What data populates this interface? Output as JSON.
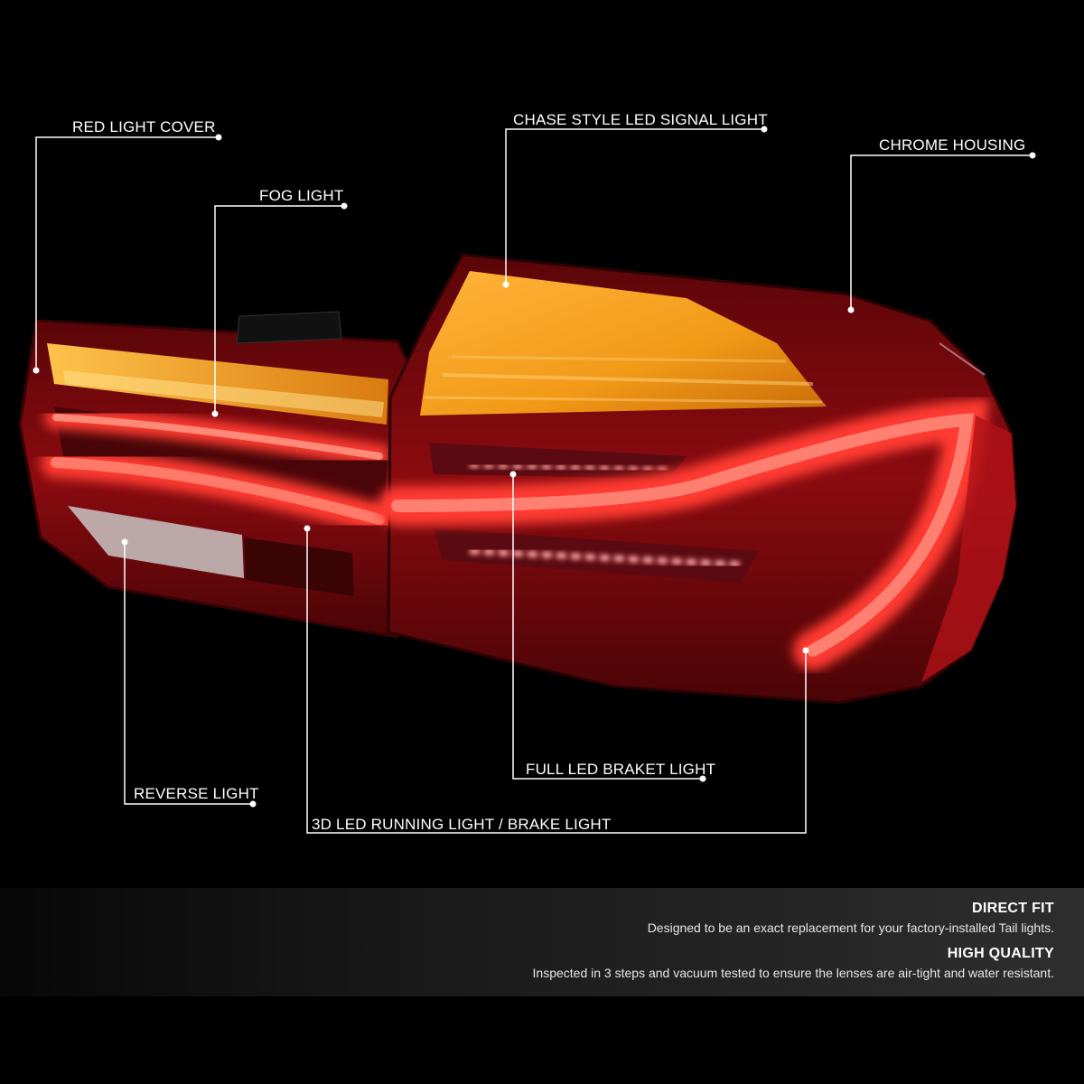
{
  "callouts": {
    "red_light_cover": "RED LIGHT COVER",
    "fog_light": "FOG LIGHT",
    "chase_signal": "CHASE STYLE LED SIGNAL LIGHT",
    "chrome_housing": "CHROME HOUSING",
    "reverse_light": "REVERSE LIGHT",
    "full_led_brake": "FULL LED BRAKET LIGHT",
    "running_brake": "3D LED RUNNING LIGHT / BRAKE LIGHT"
  },
  "features": [
    {
      "title": "DIRECT FIT",
      "description": "Designed to be an exact replacement for your factory-installed Tail lights."
    },
    {
      "title": "HIGH QUALITY",
      "description": "Inspected in 3 steps and vacuum tested to ensure the lenses are air-tight and water resistant."
    }
  ],
  "colors": {
    "background": "#000000",
    "amber": "#f2a51e",
    "lens_red": "#8a0b10",
    "glow_red": "#ff3b30",
    "line": "#ffffff"
  }
}
